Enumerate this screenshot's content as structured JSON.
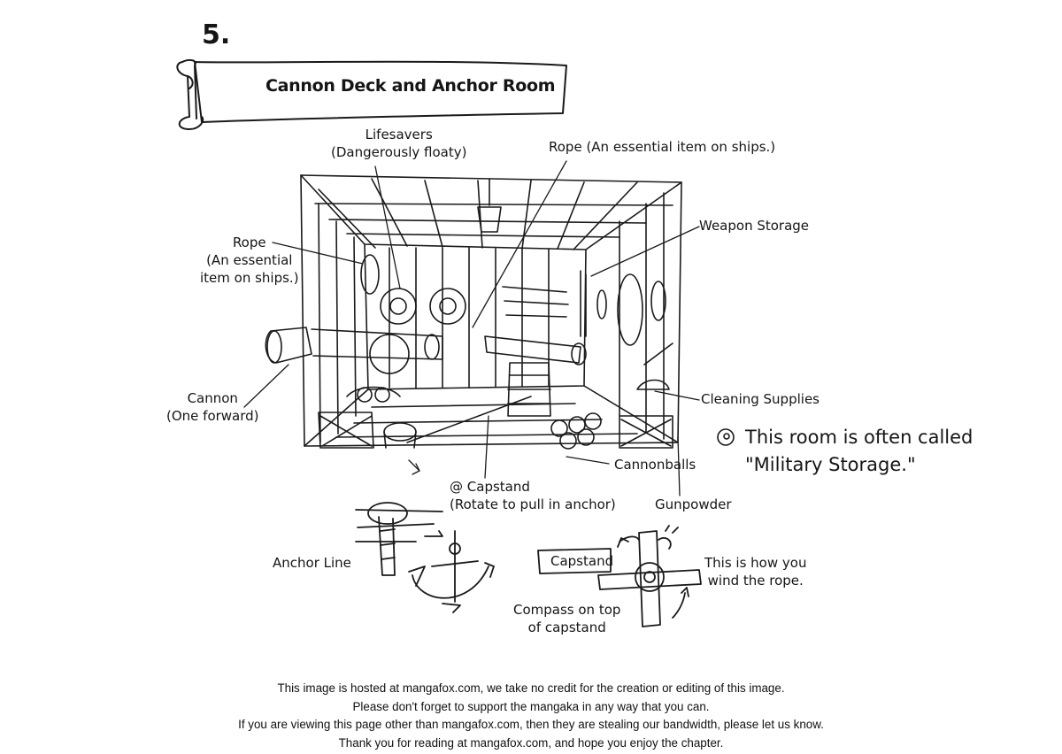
{
  "page_number": "5.",
  "title": "Cannon Deck and Anchor Room",
  "labels": {
    "lifesavers": [
      "Lifesavers",
      "(Dangerously floaty)"
    ],
    "rope_top": "Rope (An essential item on ships.)",
    "weapon_storage": "Weapon Storage",
    "rope_left": [
      "Rope",
      "(An essential",
      "item on ships.)"
    ],
    "cannon": [
      "Cannon",
      "(One forward)"
    ],
    "cleaning_supplies": "Cleaning Supplies",
    "cannonballs": "Cannonballs",
    "gunpowder": "Gunpowder",
    "capstand": [
      "Capstand",
      "(Rotate to pull in anchor)"
    ],
    "anchor_line": "Anchor Line",
    "capstand_box": "Capstand",
    "compass": [
      "Compass on top",
      "of capstand"
    ],
    "wind_note": [
      "This is how you",
      "wind the rope."
    ]
  },
  "note": {
    "symbol": "@",
    "line1": "This room is often called",
    "line2": "\"Military Storage.\""
  },
  "capstand_symbol": "@",
  "footer": [
    "This image is hosted at mangafox.com, we take no credit for the creation or editing of this image.",
    "Please don't forget to support the mangaka in any way that you can.",
    "If you are viewing this page other than mangafox.com, then they are stealing our bandwidth, please let us know.",
    "Thank you for reading at mangafox.com, and hope you enjoy the chapter."
  ]
}
